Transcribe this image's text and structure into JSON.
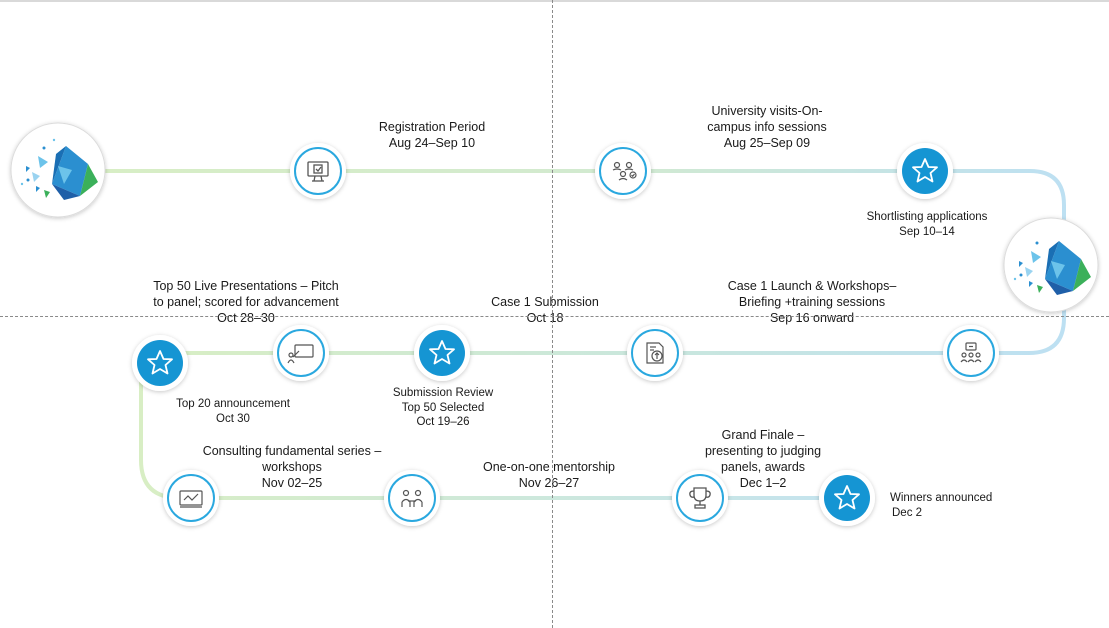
{
  "colors": {
    "path_green": "#d6ebc2",
    "path_blue": "#bfe1f2",
    "ring": "#2aa8df",
    "star_fill": "#1595d3",
    "icon_stroke": "#555555"
  },
  "milestones": [
    {
      "id": "registration",
      "icon": "monitor-checklist-icon",
      "line1": "Registration Period",
      "line2": "Aug 24–Sep 10"
    },
    {
      "id": "university-visits",
      "icon": "people-network-icon",
      "line1": "University visits-On-",
      "line2": "campus info sessions",
      "line3": "Aug 25–Sep 09"
    },
    {
      "id": "shortlisting",
      "icon": "star-icon",
      "line1": "Shortlisting applications",
      "line2": "Sep 10–14"
    },
    {
      "id": "case1-launch",
      "icon": "presenter-audience-icon",
      "line1": "Case 1 Launch & Workshops–",
      "line2": "Briefing +training sessions",
      "line3": "Sep 16 onward"
    },
    {
      "id": "case1-submission",
      "icon": "document-upload-icon",
      "line1": "Case 1 Submission",
      "line2": "Oct 18"
    },
    {
      "id": "submission-review",
      "icon": "star-icon",
      "line1": "Submission Review",
      "line2": "Top 50 Selected",
      "line3": "Oct 19–26"
    },
    {
      "id": "top50-live",
      "icon": "board-presentation-icon",
      "line1": "Top 50 Live Presentations – Pitch",
      "line2": "to panel; scored for advancement",
      "line3": "Oct 28–30"
    },
    {
      "id": "top20",
      "icon": "star-icon",
      "line1": "Top 20 announcement",
      "line2": "Oct 30"
    },
    {
      "id": "consulting",
      "icon": "chart-board-icon",
      "line1": "Consulting fundamental series –",
      "line2": "workshops",
      "line3": "Nov 02–25"
    },
    {
      "id": "mentorship",
      "icon": "one-on-one-meeting-icon",
      "line1": "One-on-one mentorship",
      "line2": "Nov 26–27"
    },
    {
      "id": "grand-finale",
      "icon": "trophy-icon",
      "line1": "Grand Finale –",
      "line2": "presenting to judging",
      "line3": "panels, awards",
      "line4": "Dec 1–2"
    },
    {
      "id": "winners",
      "icon": "star-icon",
      "line1": "Winners announced",
      "line2": "Dec 2"
    }
  ],
  "logos": [
    {
      "id": "start-logo",
      "icon": "abstract-geometric-logo-icon"
    },
    {
      "id": "turn-logo",
      "icon": "abstract-geometric-logo-icon"
    }
  ]
}
